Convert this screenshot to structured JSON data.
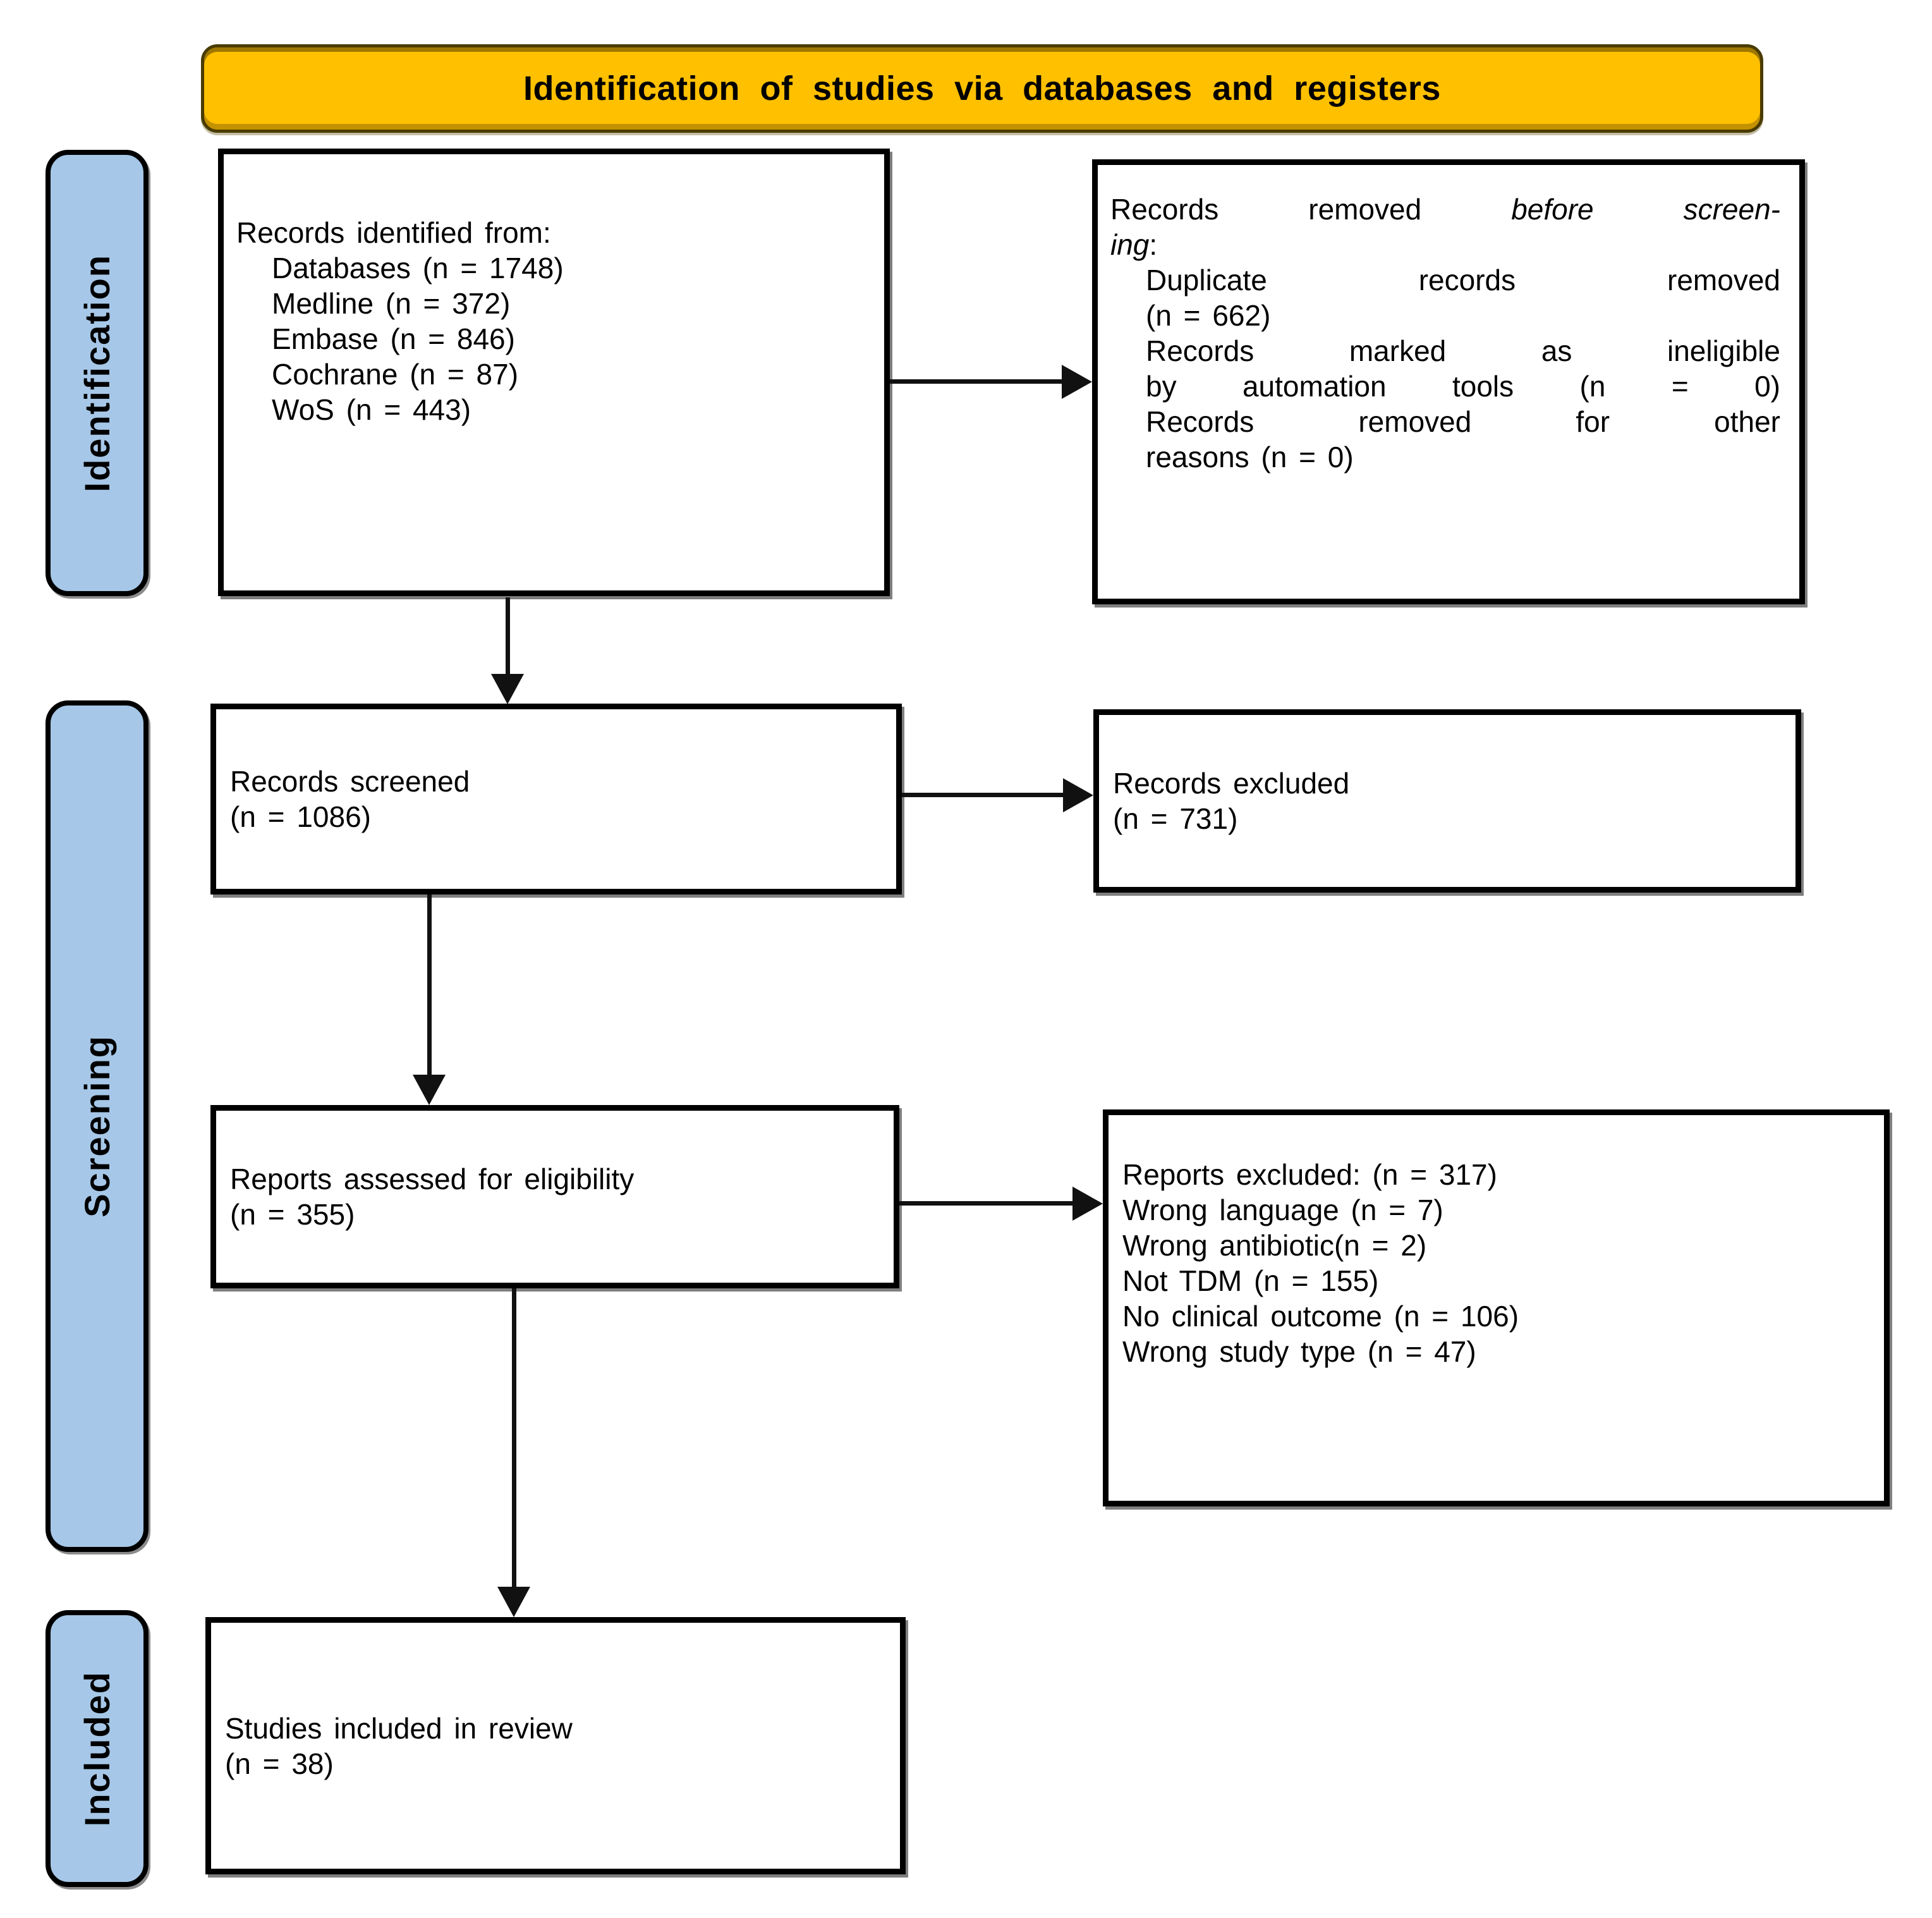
{
  "colors": {
    "banner_bg": "#FFC000",
    "banner_border": "#4a3b00",
    "sidebar_bg": "#A6C7E7",
    "box_border": "#000000",
    "arrow": "#111111"
  },
  "banner": {
    "title": "Identification of studies via databases and registers"
  },
  "sidebar": {
    "labels": [
      "Identification",
      "Screening",
      "Included"
    ]
  },
  "boxes": {
    "records_identified": {
      "intro": "Records identified from:",
      "items": [
        "Databases (n = 1748)",
        "Medline (n = 372)",
        "Embase (n = 846)",
        "Cochrane (n = 87)",
        "WoS (n = 443)"
      ]
    },
    "records_removed": {
      "heading_prefix": "Records removed ",
      "heading_italic_line1": "before screen-",
      "heading_italic_line2": "ing",
      "heading_suffix": ":",
      "items": [
        [
          "Duplicate records removed",
          "(n = 662)"
        ],
        [
          "Records marked as ineligible",
          "by automation tools (n = 0)"
        ],
        [
          "Records removed for other",
          "reasons (n = 0)"
        ]
      ]
    },
    "records_screened": {
      "lines": [
        "Records screened",
        "(n = 1086)"
      ]
    },
    "records_excluded": {
      "lines": [
        "Records excluded",
        "(n = 731)"
      ]
    },
    "reports_assessed": {
      "lines": [
        "Reports assessed for eligibility",
        "(n = 355)"
      ]
    },
    "reports_excluded": {
      "lines": [
        "Reports excluded: (n = 317)",
        "Wrong language (n = 7)",
        "Wrong antibiotic(n = 2)",
        "Not TDM (n = 155)",
        "No clinical outcome (n = 106)",
        "Wrong study type (n = 47)"
      ]
    },
    "studies_included": {
      "lines": [
        "Studies included in review",
        "(n = 38)"
      ]
    }
  }
}
